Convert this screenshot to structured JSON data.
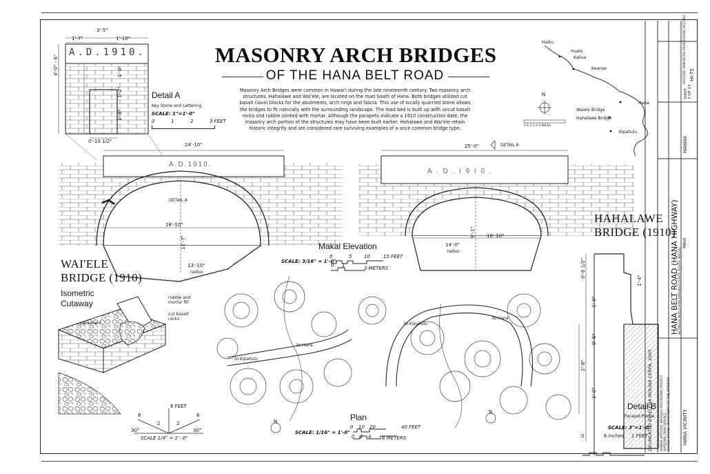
{
  "title": "MASONRY ARCH BRIDGES",
  "subtitle": "OF THE HANA BELT ROAD",
  "description": "Masonry Arch Bridges were common in Hawai'i during the late nineteenth century. Two masonry arch structures, Hahalawe and Wai'ele, are located on the road South of Hana. Both bridges utilized cut basalt (lava) blocks for the abutments, arch rings and fascia. This use of locally quarried stone allows the bridges to fit naturally with the surrounding landscape. The road bed is built up with uncut basalt rocks and rubble jointed with mortar. Although the parapets indicate a 1910 construction date, the masonry arch portion of the structures may have been built earlier. Hahalawe and Wai'ele retain historic integrity and are considered rare surviving examples of a once common bridge type.",
  "detail_a": {
    "title": "Detail A",
    "subtitle": "Key Stone and Lettering",
    "scale": "SCALE:  1\"=1'-0\"",
    "scale_ticks": [
      "0",
      "1",
      "2",
      "3 FEET"
    ],
    "dims": {
      "overall": "3'-5\"",
      "left": "1'-7\"",
      "right": "1'-10\"",
      "h1": "4'-0\" - 6\"",
      "h2": "1'-0\"",
      "h3": "1'-2\"",
      "h4": "1'-8\"",
      "bottom": "0'-10 1/2\""
    },
    "lettering": "A.D.1910."
  },
  "map": {
    "places": [
      "Haiku",
      "Huelo",
      "Kailua",
      "Keanae",
      "Hana",
      "Waiele Bridge",
      "Hahalawe Bridge",
      "Kipahulu"
    ],
    "north": "N",
    "scale": "0  1  2  3  4  5 MILES"
  },
  "waiele": {
    "name_line1": "WAI'ELE",
    "name_line2": "BRIDGE (1910)",
    "width": "24'-10\"",
    "lettering": "A.D.1910.",
    "detail_label": "DETAIL A",
    "span": "18'-10\"",
    "height": "11'-7\"",
    "radius_value": "13'-10\"",
    "radius_label": "radius"
  },
  "hahalawe": {
    "name_line1": "HAHALAWE",
    "name_line2": "BRIDGE (1910)",
    "width": "25'-0\"",
    "detail_label": "DETAIL B",
    "lettering": "A . D . I 9 I 0 .",
    "span": "18'-10\"",
    "height": "9'-1\"",
    "radius_value": "14'-0\"",
    "radius_label": "radius"
  },
  "makai": {
    "title": "Makai Elevation",
    "scale": "SCALE: 3/16\" = 1'-0\"",
    "feet": [
      "0",
      "5",
      "10",
      "15 FEET"
    ],
    "meters": [
      "0",
      "1",
      "3 METERS"
    ]
  },
  "isometric": {
    "title_line1": "Isometric",
    "title_line2": "Cutaway",
    "rubble": "rubble and mortar fill",
    "basalt": "cut basalt rocks",
    "pavement": "pavement",
    "scale_top": "6 FEET",
    "scale_nums": [
      "6",
      "2",
      "2",
      "6"
    ],
    "angle_left": "30°",
    "angle_right": "30°",
    "scale": "SCALE  1/4\" = 1'- 0\""
  },
  "plan": {
    "title": "Plan",
    "scale": "SCALE: 1/16\" = 1'-0\"",
    "feet": [
      "0",
      "10",
      "20",
      "40 FEET"
    ],
    "meters": [
      "0",
      "2",
      "4",
      "8  METERS"
    ],
    "to_hana_1": "to Hana",
    "to_kipahulu_1": "to Kipahulu",
    "to_kipahulu_2": "to Kipahulu",
    "to_hana_2": "to Hana",
    "north": "N"
  },
  "detail_b": {
    "title": "Detail B",
    "subtitle": "Parapet Profile",
    "scale": "SCALE:  3\"=1'-0\"",
    "scale_ticks": [
      "0",
      "6 inches",
      "1 FEET"
    ],
    "dims": [
      "0'-6 1/2\"",
      "1'-4\"",
      "1'-0\"",
      "0'-6\"",
      "2'-8\"",
      "1'-0\""
    ]
  },
  "title_block": {
    "delineated": "DELINEATED BY:  ELENA MOLINA CERPA, 2005",
    "agency1": "HAWAII HISTORIC BRIDGES RECORDING PROJECT",
    "agency2": "NATIONAL PARK SERVICE",
    "agency3": "UNITED STATES DEPARTMENT OF THE INTERIOR",
    "main": "HANA BELT ROAD (HANA HIGHWAY)",
    "main_sub": "BETWEEN HUELO AND KIPAHULU (STATE ROUTE 360/31)",
    "county": "MAUI",
    "vicinity": "HANA VICINITY",
    "state": "HAWAII",
    "sheet_label": "SHEET",
    "sheet_num": "7 OF 13",
    "record": "HISTORIC AMERICAN ENGINEERING RECORD",
    "haer": "HI-75"
  },
  "colors": {
    "ink": "#111111",
    "paper": "#ffffff",
    "line": "#333333"
  }
}
